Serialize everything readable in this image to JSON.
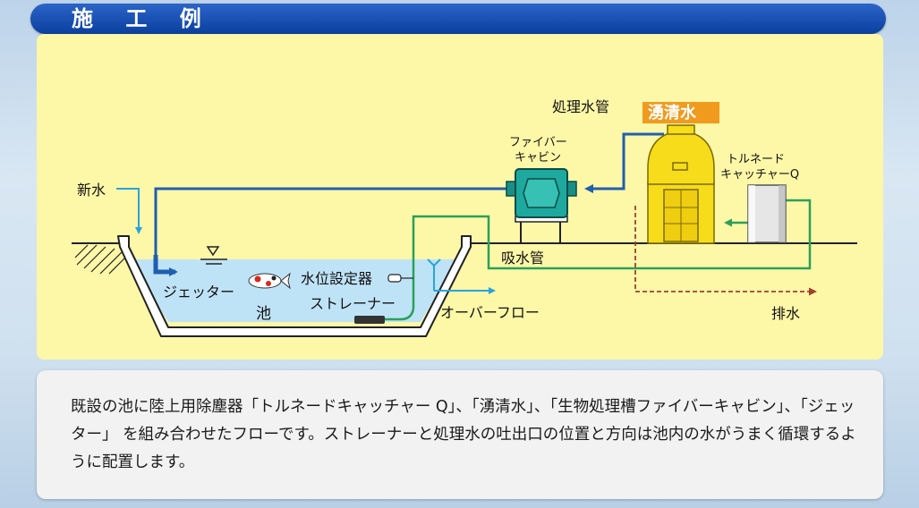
{
  "header": {
    "title": "施 工 例"
  },
  "labels": {
    "new_water": "新水",
    "jetter": "ジェッター",
    "pond": "池",
    "level_setter": "水位設定器",
    "strainer": "ストレーナー",
    "overflow": "オーバーフロー",
    "suction_pipe": "吸水管",
    "treated_pipe": "処理水管",
    "fiber_cabin_1": "ファイバー",
    "fiber_cabin_2": "キャビン",
    "yuseisui": "湧清水",
    "tornado_1": "トルネード",
    "tornado_2": "キャッチャーQ",
    "drain": "排水"
  },
  "colors": {
    "pipe_blue": "#1f5fb0",
    "flow_cyan": "#29a3dc",
    "suction_green": "#2aa05a",
    "drain_red": "#a04030",
    "yuseisui_badge": "#f09a1e",
    "diagram_bg": "#fdf7a8"
  },
  "description": {
    "text": "既設の池に陸上用除塵器「トルネードキャッチャー Q」、「湧清水」、「生物処理槽ファイバーキャビン」、「ジェッター」 を組み合わせたフローです。ストレーナーと処理水の吐出口の位置と方向は池内の水がうまく循環するように配置します。"
  }
}
